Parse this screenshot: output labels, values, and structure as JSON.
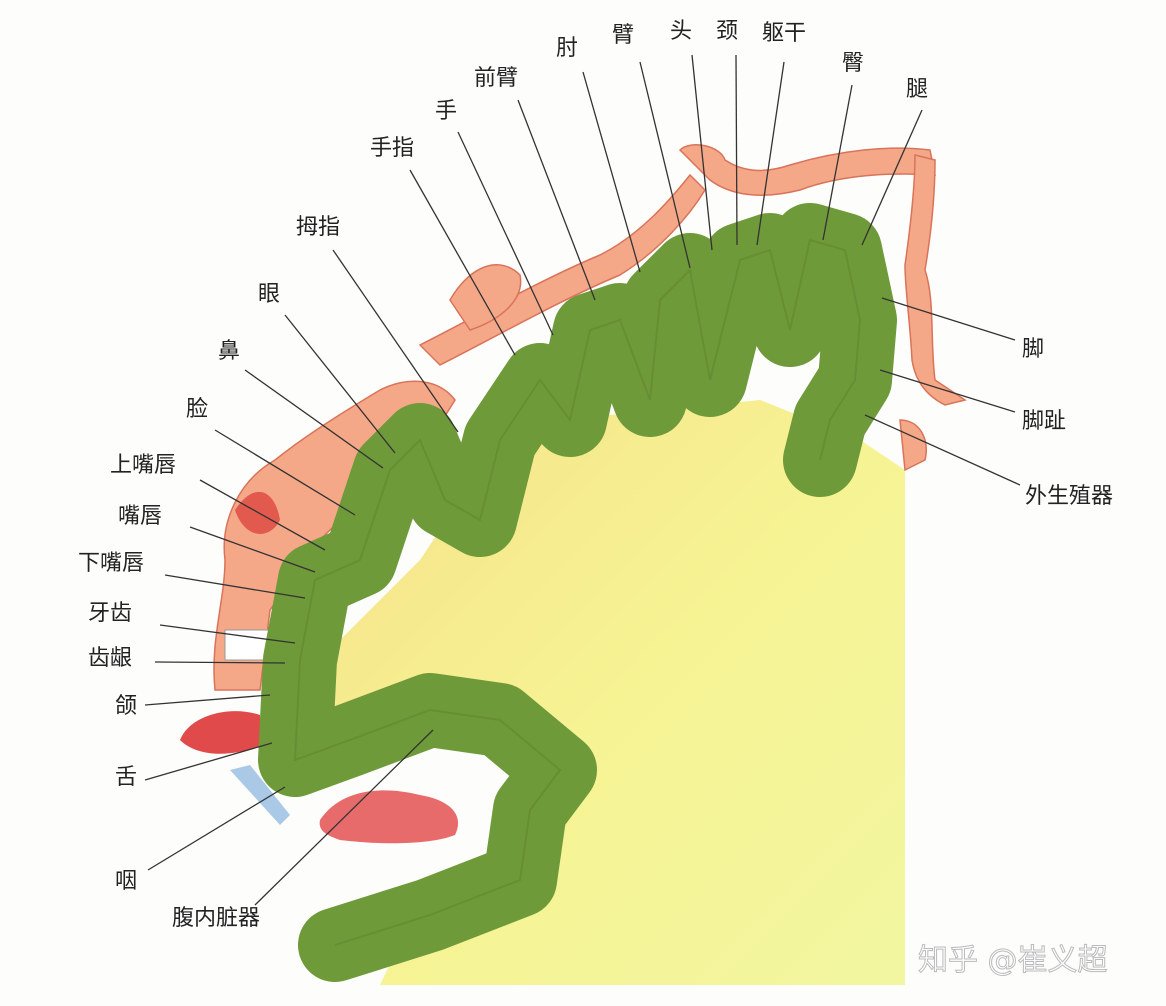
{
  "labels": {
    "elbow": "肘",
    "arm": "臂",
    "head": "头",
    "neck": "颈",
    "trunk": "躯干",
    "hip": "臀",
    "leg": "腿",
    "forearm": "前臂",
    "hand": "手",
    "fingers": "手指",
    "thumb": "拇指",
    "eye": "眼",
    "nose": "鼻",
    "face": "脸",
    "upper_lip": "上嘴唇",
    "lips": "嘴唇",
    "lower_lip": "下嘴唇",
    "teeth": "牙齿",
    "gums": "齿龈",
    "jaw": "颌",
    "tongue": "舌",
    "pharynx": "咽",
    "abdominal_organs": "腹内脏器",
    "foot": "脚",
    "toes": "脚趾",
    "genitals": "外生殖器"
  },
  "watermark": "知乎 @崔义超",
  "colors": {
    "cortex": "#6f9a3a",
    "white_matter": "#f3f08a",
    "body": "#f2a585",
    "red": "#e04a4a"
  }
}
